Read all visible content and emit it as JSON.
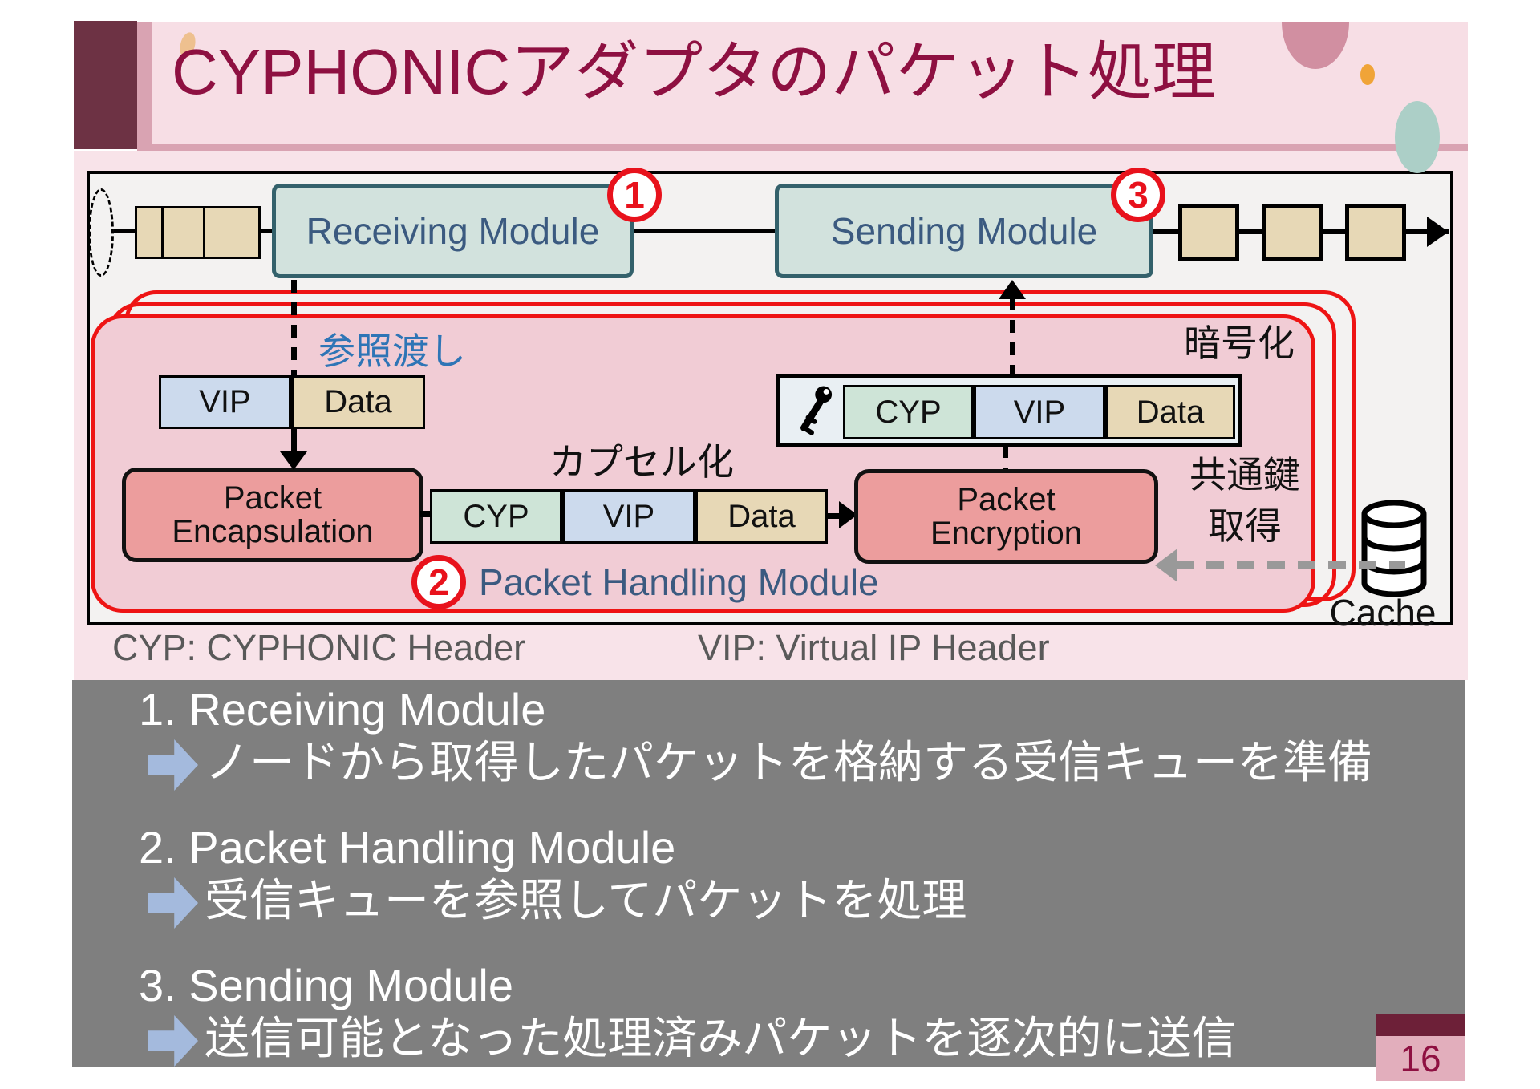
{
  "title": "CYPHONICアダプタのパケット処理",
  "page_number": "16",
  "diagram": {
    "step1": "1",
    "step2": "2",
    "step3": "3",
    "receiving_module": "Receiving Module",
    "sending_module": "Sending Module",
    "packet_handling_module": "Packet Handling Module",
    "ref_pass_label": "参照渡し",
    "encapsulation_process_label": "カプセル化",
    "encryption_process_label": "暗号化",
    "shared_key_line1": "共通鍵",
    "shared_key_line2": "取得",
    "cache_label": "Cache",
    "encapsulation_box_line1": "Packet",
    "encapsulation_box_line2": "Encapsulation",
    "encryption_box_line1": "Packet",
    "encryption_box_line2": "Encryption",
    "packet1": {
      "vip": "VIP",
      "data": "Data"
    },
    "packet2": {
      "cyp": "CYP",
      "vip": "VIP",
      "data": "Data"
    },
    "packet3": {
      "cyp": "CYP",
      "vip": "VIP",
      "data": "Data"
    },
    "legend_cyp": "CYP: CYPHONIC Header",
    "legend_vip": "VIP: Virtual IP Header"
  },
  "notes": [
    {
      "heading": "1. Receiving Module",
      "body": "ノードから取得したパケットを格納する受信キューを準備"
    },
    {
      "heading": "2. Packet Handling Module",
      "body": "受信キューを参照してパケットを処理"
    },
    {
      "heading": "3. Sending Module",
      "body": "送信可能となった処理済みパケットを逐次的に送信"
    }
  ],
  "colors": {
    "title": "#8e1041",
    "header_accent": "#6d3244",
    "header_band": "#f7dee5",
    "slide_bg_pink": "#f8e3e9",
    "module_fill": "#d2e2dd",
    "module_border": "#33616b",
    "phm_red": "#ee1414",
    "phm_fill": "#f1ccd5",
    "salmon": "#ec9d9d",
    "tan": "#e7d8b6",
    "packet_blue": "#ccdaed",
    "packet_green": "#cee4d7",
    "notes_bg": "#7f7f7f",
    "note_arrow": "#a4badd"
  }
}
